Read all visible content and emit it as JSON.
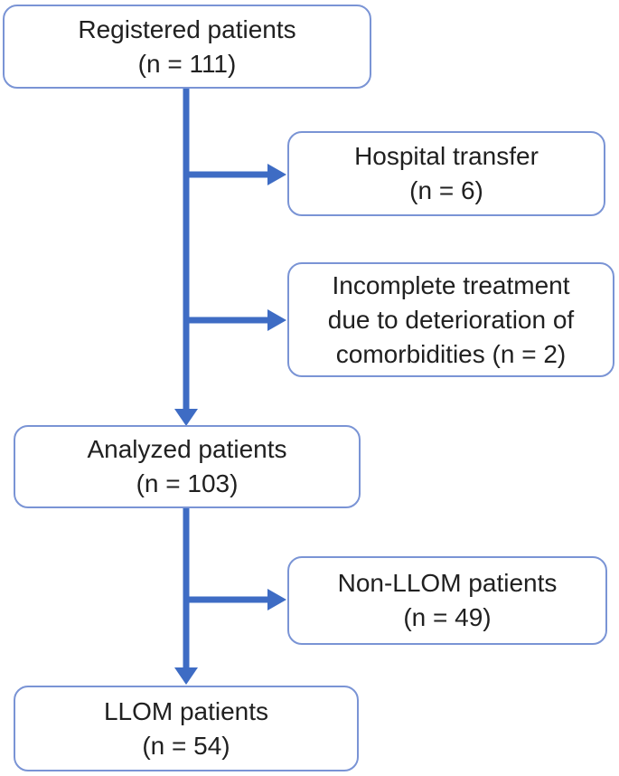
{
  "colors": {
    "arrow": "#3E6CC4",
    "box_border": "#7A94D5",
    "text": "#202020",
    "box_bg": "#FFFFFF"
  },
  "boxes": {
    "registered": {
      "lines": [
        "Registered patients",
        "(n = 111)"
      ]
    },
    "hospital_transfer": {
      "lines": [
        "Hospital transfer",
        "(n = 6)"
      ]
    },
    "incomplete_treatment": {
      "lines": [
        "Incomplete treatment",
        "due to deterioration of",
        "comorbidities (n = 2)"
      ]
    },
    "analyzed": {
      "lines": [
        "Analyzed patients",
        "(n = 103)"
      ]
    },
    "non_llom": {
      "lines": [
        "Non-LLOM patients",
        "(n = 49)"
      ]
    },
    "llom": {
      "lines": [
        "LLOM patients",
        "(n = 54)"
      ]
    }
  }
}
